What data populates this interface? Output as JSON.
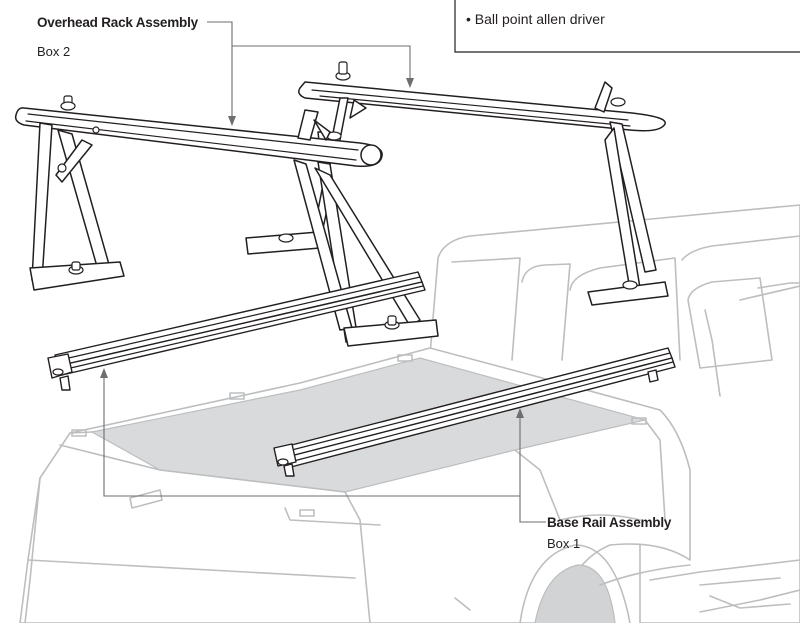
{
  "labels": {
    "overhead": {
      "title": "Overhead Rack Assembly",
      "box": "Box 2"
    },
    "base": {
      "title": "Base Rail Assembly",
      "box": "Box 1"
    }
  },
  "tools": {
    "items": [
      "• Ball point allen driver"
    ]
  }
}
